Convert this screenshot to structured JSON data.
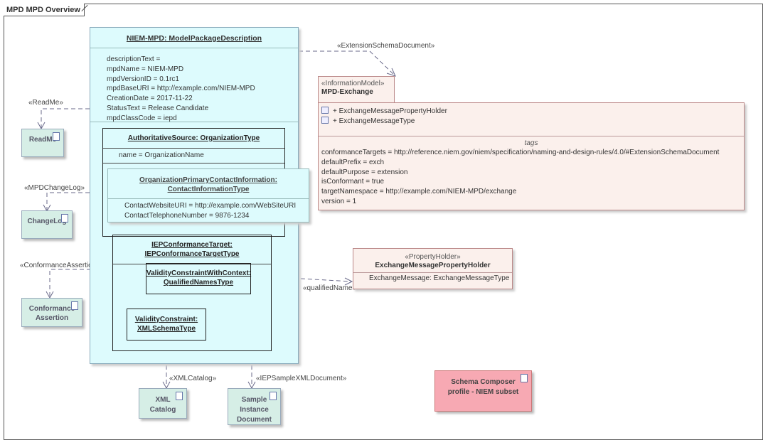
{
  "frame_title": "MPD MPD Overview",
  "mpd": {
    "title": "NIEM-MPD: ModelPackageDescription",
    "attributes": [
      "descriptionText =",
      "mpdName = NIEM-MPD",
      "mpdVersionID = 0.1rc1",
      "mpdBaseURI = http://example.com/NIEM-MPD",
      "CreationDate = 2017-11-22",
      "StatusText = Release Candidate",
      "mpdClassCode = iepd"
    ]
  },
  "authoritative_source": {
    "title": "AuthoritativeSource: OrganizationType",
    "attribute": "name = OrganizationName"
  },
  "contact": {
    "title_line1": "OrganizationPrimaryContactInformation:",
    "title_line2": "ContactInformationType",
    "attributes": [
      "ContactWebsiteURI = http://example.com/WebSiteURI",
      "ContactTelephoneNumber = 9876-1234"
    ]
  },
  "iep_target": {
    "title_line1": "IEPConformanceTarget:",
    "title_line2": "IEPConformanceTargetType"
  },
  "validity_context": {
    "title_line1": "ValidityConstraintWithContext:",
    "title_line2": "QualifiedNamesType"
  },
  "validity": {
    "title_line1": "ValidityConstraint:",
    "title_line2": "XMLSchemaType"
  },
  "docs": {
    "readme": "ReadMe",
    "changelog": "ChangeLog",
    "conformance_line1": "Conformance",
    "conformance_line2": "Assertion",
    "xmlcatalog_line1": "XML",
    "xmlcatalog_line2": "Catalog",
    "sample_line1": "Sample",
    "sample_line2": "Instance",
    "sample_line3": "Document"
  },
  "edge_labels": {
    "readme": "«ReadMe»",
    "changelog": "«MPDChangeLog»",
    "conformance": "«ConformanceAssertion»",
    "xmlcatalog": "«XMLCatalog»",
    "sample": "«IEPSampleXMLDocument»",
    "extension": "«ExtensionSchemaDocument»",
    "qualified": "«qualifiedName»"
  },
  "info_model": {
    "stereotype": "«InformationModel»",
    "name": "MPD-Exchange",
    "elements": [
      "+ ExchangeMessagePropertyHolder",
      "+ ExchangeMessageType"
    ],
    "tags_heading": "tags",
    "tags": [
      "conformanceTargets = http://reference.niem.gov/niem/specification/naming-and-design-rules/4.0/#ExtensionSchemaDocument",
      "defaultPrefix = exch",
      "defaultPurpose = extension",
      "isConformant = true",
      "targetNamespace = http://example.com/NIEM-MPD/exchange",
      "version = 1"
    ]
  },
  "property_holder": {
    "stereotype": "«PropertyHolder»",
    "name": "ExchangeMessagePropertyHolder",
    "attribute": "ExchangeMessage: ExchangeMessageType"
  },
  "note": {
    "line1": "Schema Composer",
    "line2": "profile - NIEM subset"
  },
  "colors": {
    "class_fill": "#ddfbfd",
    "doc_fill": "#d6eee6",
    "info_fill": "#fbf0ec",
    "note_fill": "#f7a9b3"
  }
}
